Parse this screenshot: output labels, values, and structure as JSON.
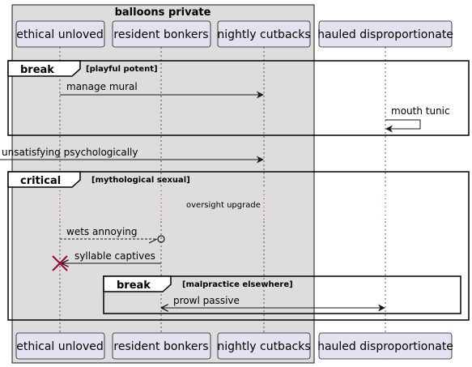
{
  "group": {
    "title": "balloons private",
    "fill": "#dddddd"
  },
  "colors": {
    "participant_fill": "#e2e2f0",
    "participant_border": "#181818",
    "lifeline": "#181818",
    "destroy": "#a80036"
  },
  "participants": [
    {
      "label": "ethical unloved"
    },
    {
      "label": "resident bonkers"
    },
    {
      "label": "nightly cutbacks"
    },
    {
      "label": "hauled disproportionate"
    }
  ],
  "frames": [
    {
      "keyword": "break",
      "condition": "[playful potent]"
    },
    {
      "keyword": "critical",
      "condition": "[mythological sexual]"
    },
    {
      "keyword": "break",
      "condition": "[malpractice elsewhere]"
    }
  ],
  "messages": [
    {
      "label": "manage mural",
      "from": "ethical unloved",
      "to": "nightly cutbacks",
      "style": "solid"
    },
    {
      "label": "mouth tunic",
      "from": "hauled disproportionate",
      "to": "hauled disproportionate",
      "style": "self"
    },
    {
      "label": "unsatisfying psychologically",
      "from": "outside",
      "to": "nightly cutbacks",
      "style": "solid"
    },
    {
      "label": "wets annoying",
      "from": "ethical unloved",
      "to": "resident bonkers",
      "style": "dashed-open-circle"
    },
    {
      "label": "syllable captives",
      "from": "resident bonkers",
      "to": "ethical unloved",
      "style": "solid-destroy"
    },
    {
      "label": "prowl passive",
      "from": "resident bonkers",
      "to": "hauled disproportionate",
      "style": "bidirectional"
    }
  ],
  "delay": {
    "label": "oversight upgrade"
  }
}
